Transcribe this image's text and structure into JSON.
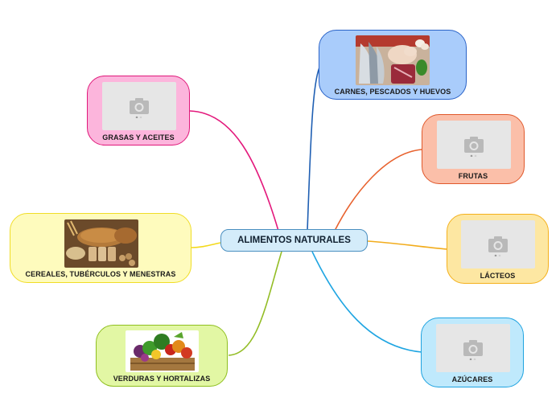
{
  "central_topic": "ALIMENTOS NATURALES",
  "topics": [
    {
      "id": "carnes",
      "label": "CARNES, PESCADOS Y HUEVOS",
      "fill": "#a9ccfb",
      "border": "#2a63c8",
      "line": "#1f5fb3",
      "image": "meat-fish-eggs-photo"
    },
    {
      "id": "frutas",
      "label": "FRUTAS",
      "fill": "#fbbfa9",
      "border": "#e0582b",
      "line": "#e8622e",
      "image": "placeholder"
    },
    {
      "id": "lacteos",
      "label": "LÁCTEOS",
      "fill": "#fde7a2",
      "border": "#f4b01b",
      "line": "#f2ac1c",
      "image": "placeholder"
    },
    {
      "id": "azucares",
      "label": "AZÚCARES",
      "fill": "#bfe9fc",
      "border": "#1ea3e0",
      "line": "#1fa5e2",
      "image": "placeholder"
    },
    {
      "id": "verduras",
      "label": "VERDURAS Y HORTALIZAS",
      "fill": "#e2f7a4",
      "border": "#8fbf1f",
      "line": "#93bd25",
      "image": "vegetables-crate-photo"
    },
    {
      "id": "cereales",
      "label": "CEREALES, TUBÉRCULOS Y MENESTRAS",
      "fill": "#fefbbd",
      "border": "#f0dd26",
      "line": "#f3d91b",
      "image": "bread-grains-photo"
    },
    {
      "id": "grasas",
      "label": "GRASAS Y ACEITES",
      "fill": "#fcb5dc",
      "border": "#e0187a",
      "line": "#e3197c",
      "image": "placeholder"
    }
  ],
  "icons": {
    "placeholder": "camera-icon"
  }
}
